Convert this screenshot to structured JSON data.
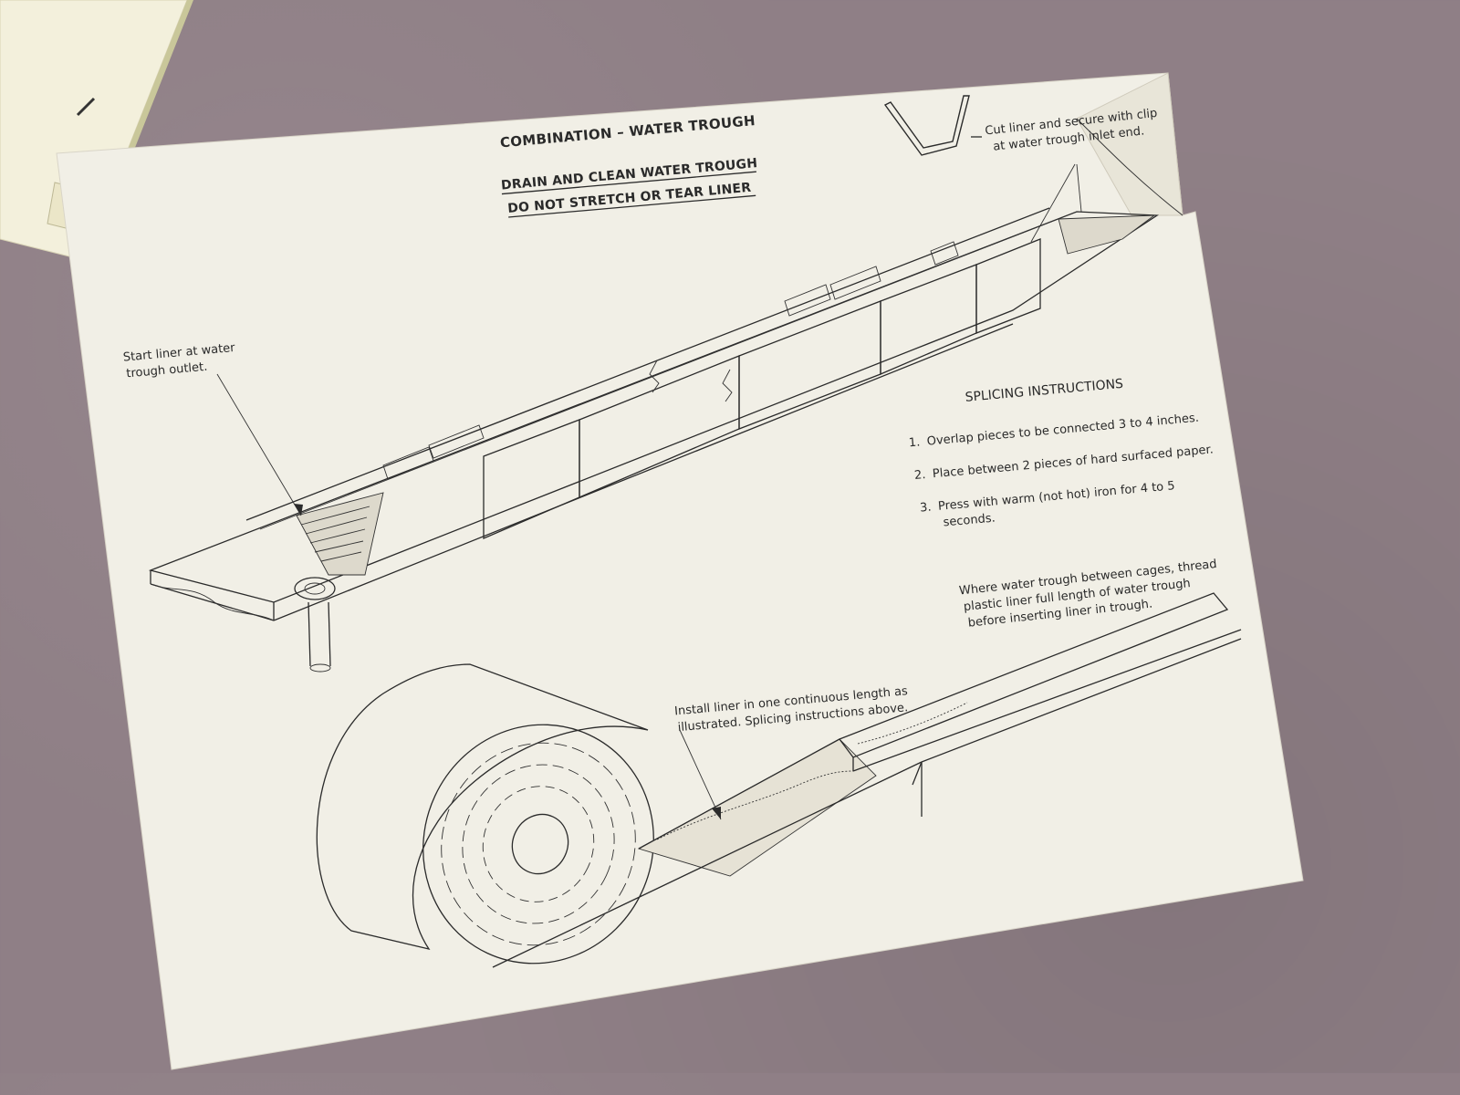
{
  "document": {
    "title": "COMBINATION – WATER TROUGH",
    "warning_line_1": "DRAIN AND CLEAN WATER TROUGH",
    "warning_line_2": "DO NOT STRETCH OR TEAR LINER"
  },
  "callouts": {
    "clip_line_1": "Cut liner and secure with clip",
    "clip_line_2": "at water trough inlet end.",
    "start_line_1": "Start liner at water",
    "start_line_2": "trough outlet.",
    "install_line_1": "Install liner in one continuous length as",
    "install_line_2": "illustrated. Splicing instructions above.",
    "cages_line_1": "Where water trough between cages, thread",
    "cages_line_2": "plastic liner full length of water trough",
    "cages_line_3": "before inserting liner in trough."
  },
  "splicing": {
    "heading": "SPLICING INSTRUCTIONS",
    "steps": [
      {
        "number": "1.",
        "text": "Overlap pieces to be connected 3 to 4 inches."
      },
      {
        "number": "2.",
        "text": "Place between 2 pieces of hard surfaced paper."
      },
      {
        "number": "3.",
        "text": "Press with warm (not hot) iron for 4 to 5",
        "text_2": "seconds."
      }
    ]
  },
  "colors": {
    "background": "#8f7f86",
    "paper": "#f1efe6",
    "ink": "#2a2a2a",
    "second_sheet": "#f3f0dc"
  }
}
